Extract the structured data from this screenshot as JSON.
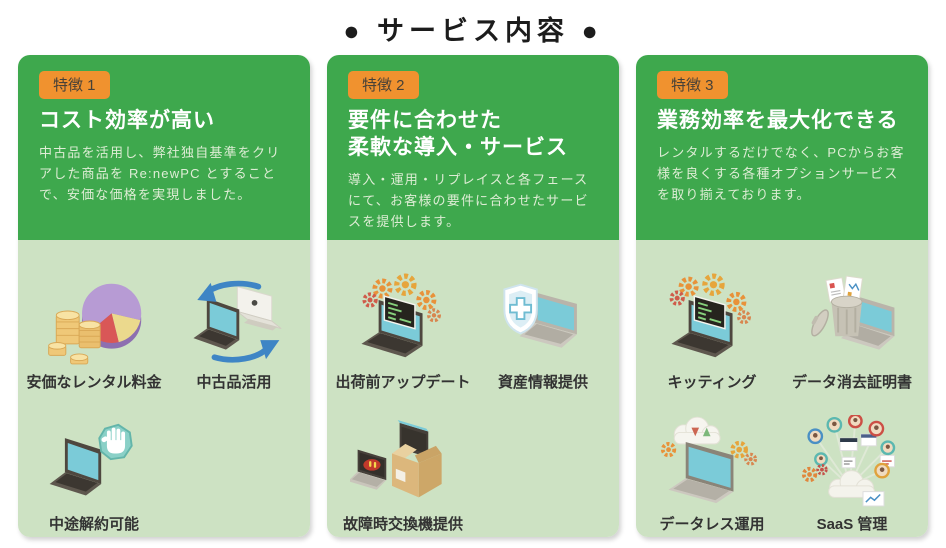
{
  "page_title": "● サービス内容 ●",
  "colors": {
    "card_header_green": "#3EA84D",
    "card_body_light_green": "#CDE2C3",
    "badge_orange": "#F0922F",
    "title_white": "#FFFFFF",
    "description_light_green": "#DEEDD5",
    "label_dark": "#333333",
    "arrow_blue": "#3E85C5",
    "screen_teal": "#7BCBD8",
    "gear_orange": "#E8923A"
  },
  "cards": [
    {
      "badge": "特徴 1",
      "title": "コスト効率が高い",
      "description": "中古品を活用し、弊社独自基準をクリアした商品を Re:newPC とすることで、安価な価格を実現しました。",
      "features": [
        {
          "icon": "coins-pie-chart",
          "label": "安価なレンタル料金"
        },
        {
          "icon": "laptop-recycle-arrows",
          "label": "中古品活用"
        },
        {
          "icon": "laptop-cancel-hand",
          "label": "中途解約可能"
        }
      ]
    },
    {
      "badge": "特徴 2",
      "title": "要件に合わせた\n柔軟な導入・サービス",
      "description": "導入・運用・リプレイスと各フェースにて、お客様の要件に合わせたサービスを提供します。",
      "features": [
        {
          "icon": "laptop-update-gears",
          "label": "出荷前アップデート"
        },
        {
          "icon": "shield-laptop",
          "label": "資産情報提供"
        },
        {
          "icon": "laptop-replacement-box",
          "label": "故障時交換機提供"
        }
      ]
    },
    {
      "badge": "特徴 3",
      "title": "業務効率を最大化できる",
      "description": "レンタルするだけでなく、PCからお客様を良くする各種オプションサービスを取り揃えております。",
      "features": [
        {
          "icon": "laptop-kitting-gears",
          "label": "キッティング"
        },
        {
          "icon": "trash-data-erase",
          "label": "データ消去証明書"
        },
        {
          "icon": "laptop-cloud-dataless",
          "label": "データレス運用"
        },
        {
          "icon": "saas-cloud-users",
          "label": "SaaS 管理"
        }
      ]
    }
  ]
}
